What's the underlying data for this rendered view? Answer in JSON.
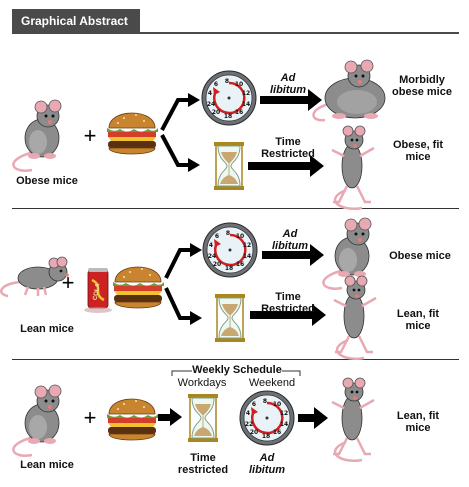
{
  "header": {
    "title": "Graphical Abstract"
  },
  "clock_numbers": [
    "8",
    "10",
    "6",
    "12",
    "4",
    "14",
    "2",
    "24",
    "22",
    "16",
    "20",
    "18"
  ],
  "sections": [
    {
      "subject_label": "Obese mice",
      "upper_condition": [
        "Ad",
        "libitum"
      ],
      "upper_outcome": [
        "Morbidly",
        "obese mice"
      ],
      "lower_condition": [
        "Time",
        "Restricted"
      ],
      "lower_outcome": [
        "Obese, fit",
        "mice"
      ]
    },
    {
      "subject_label": "Lean mice",
      "drink_label": "COLA",
      "upper_condition": [
        "Ad",
        "libitum"
      ],
      "upper_outcome": [
        "Obese mice"
      ],
      "lower_condition": [
        "Time",
        "Restricted"
      ],
      "lower_outcome": [
        "Lean, fit",
        "mice"
      ]
    },
    {
      "subject_label": "Lean mice",
      "schedule_title": "Weekly Schedule",
      "workdays_label": "Workdays",
      "weekend_label": "Weekend",
      "workdays_condition": [
        "Time",
        "restricted"
      ],
      "weekend_condition": [
        "Ad",
        "libitum"
      ],
      "outcome": [
        "Lean, fit",
        "mice"
      ]
    }
  ],
  "plus_sign": "+",
  "colors": {
    "header_bg": "#4a4a4a",
    "mouse": "#8c8c8c",
    "arrow": "#000000",
    "clock_hand": "#d01f1f"
  }
}
